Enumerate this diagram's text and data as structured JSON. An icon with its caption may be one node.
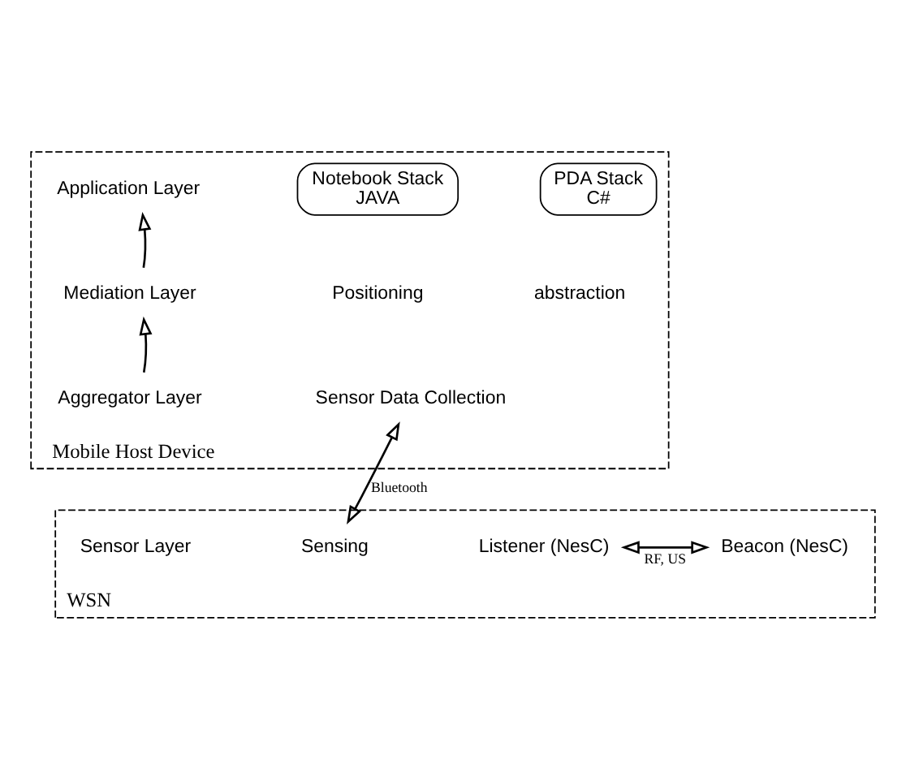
{
  "diagram": {
    "nodes": [
      {
        "text": [
          "Mobile Host Device"
        ]
      },
      {
        "text": [
          "Application Layer"
        ],
        "in": 0
      },
      {
        "text": [
          "Notebook Stack",
          "JAVA"
        ],
        "in": 0
      },
      {
        "text": [
          "PDA Stack",
          "C#"
        ],
        "in": 0
      },
      {
        "text": [
          "Mediation Layer"
        ],
        "in": 0
      },
      {
        "text": [
          "Positioning"
        ],
        "in": 0
      },
      {
        "text": [
          "abstraction"
        ],
        "in": 0
      },
      {
        "text": [
          "Aggregator Layer"
        ],
        "in": 0
      },
      {
        "text": [
          "Sensor Data Collection"
        ],
        "in": 0
      },
      {
        "text": [
          "WSN"
        ]
      },
      {
        "text": [
          "Sensor Layer"
        ],
        "in": 9
      },
      {
        "text": [
          "Sensing"
        ],
        "in": 9
      },
      {
        "text": [
          "Listener (NesC)"
        ],
        "in": 9
      },
      {
        "text": [
          "Beacon (NesC)"
        ],
        "in": 9
      }
    ],
    "edges": [
      {
        "from": 4,
        "to": 1,
        "arrow": "to"
      },
      {
        "from": 7,
        "to": 4,
        "arrow": "to"
      },
      {
        "from": 11,
        "to": 8,
        "arrow": "both",
        "label": "Bluetooth"
      },
      {
        "from": 12,
        "to": 13,
        "arrow": "both",
        "label": "RF, US"
      }
    ]
  }
}
